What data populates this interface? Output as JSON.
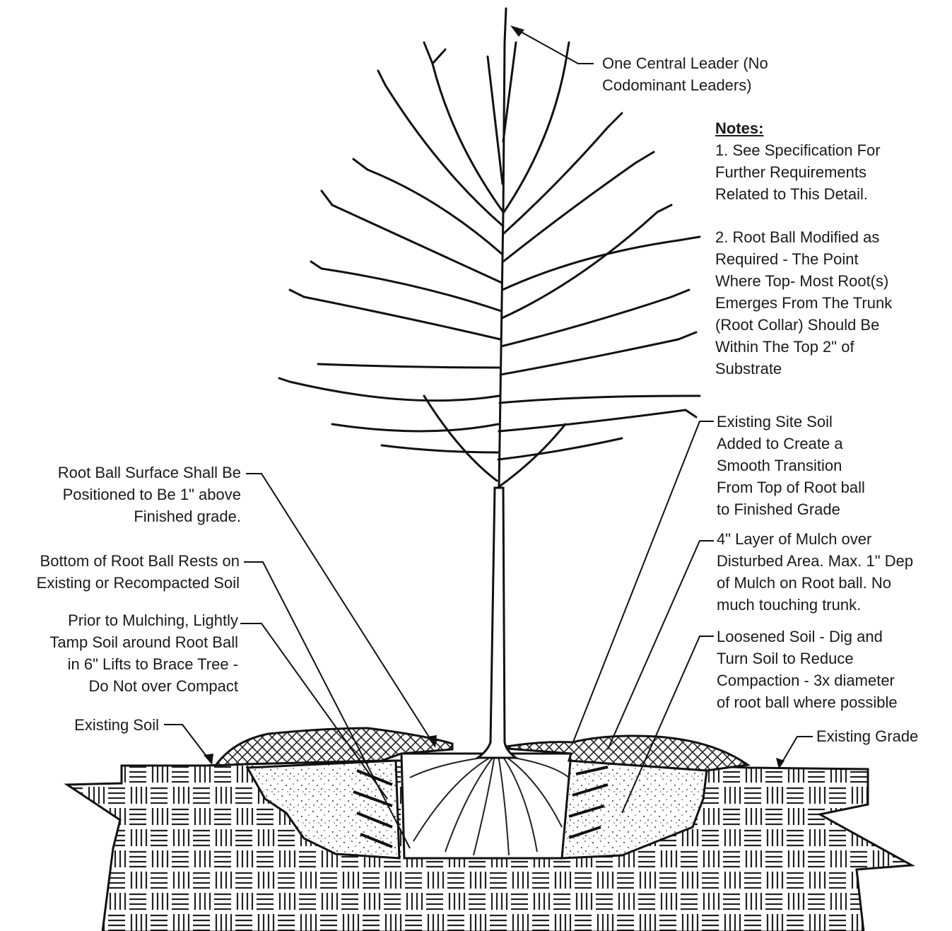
{
  "labels": {
    "central_leader": [
      "One Central Leader (No",
      "Codominant Leaders)"
    ],
    "root_ball_surface": [
      "Root Ball Surface Shall Be",
      "Positioned to Be 1\" above",
      "Finished grade."
    ],
    "bottom_root_ball": [
      "Bottom of Root Ball Rests on",
      "Existing or Recompacted Soil"
    ],
    "prior_mulching": [
      "Prior to Mulching, Lightly",
      "Tamp Soil around Root Ball",
      "in 6\" Lifts to Brace Tree -",
      "Do Not over Compact"
    ],
    "existing_soil": "Existing Soil",
    "existing_site_soil": [
      "Existing Site Soil",
      "Added to Create a",
      "Smooth Transition",
      "From Top of Root ball",
      "to Finished Grade"
    ],
    "mulch_layer": [
      "4\" Layer of Mulch over",
      "Disturbed Area. Max. 1\" Dep",
      "of Mulch on Root ball. No",
      "much touching trunk."
    ],
    "loosened_soil": [
      "Loosened Soil - Dig and",
      "Turn Soil to Reduce",
      "Compaction - 3x diameter",
      "of root ball where possible"
    ],
    "existing_grade": "Existing Grade"
  },
  "notes": {
    "title": "Notes:",
    "note1": [
      "1. See Specification For",
      "Further Requirements",
      "Related to This Detail."
    ],
    "note2": [
      "2. Root Ball Modified as",
      "Required - The Point",
      "Where Top- Most Root(s)",
      "Emerges From The Trunk",
      "(Root Collar) Should Be",
      "Within The Top 2\" of",
      "Substrate"
    ]
  },
  "colors": {
    "ink": "#1a1a1a",
    "paper": "#ffffff"
  }
}
